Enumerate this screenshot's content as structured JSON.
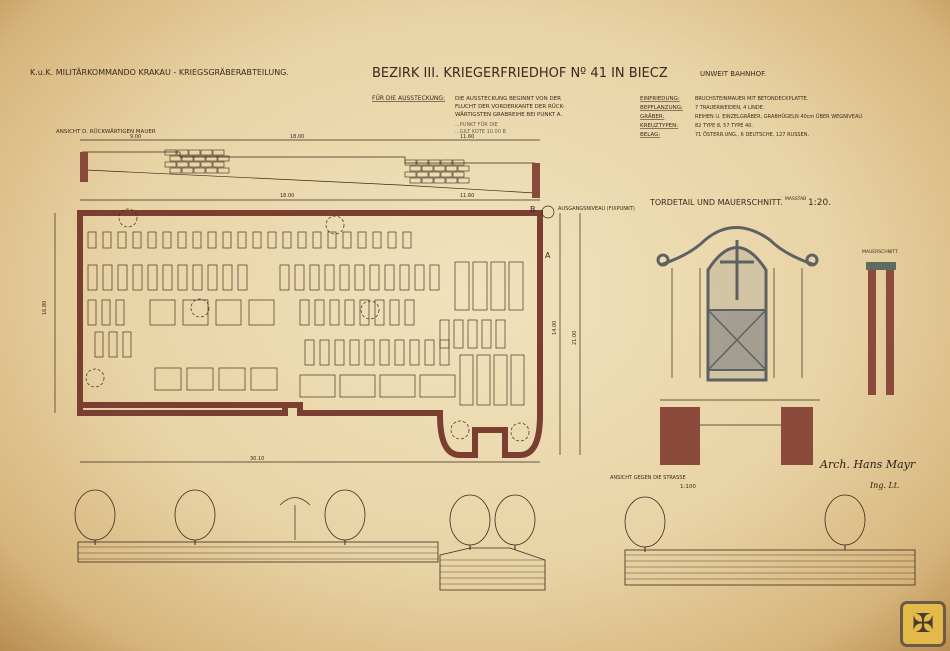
{
  "header": {
    "left_title": "K.u.K. MILITÄRKOMMANDO KRAKAU - KRIEGSGRÄBERABTEILUNG.",
    "main_title": "BEZIRK III. KRIEGERFRIEDHOF Nº 41 IN BIECZ",
    "main_subtitle": "UNWEIT BAHNHOF."
  },
  "notes": {
    "aussteckung_label": "FÜR DIE AUSSTECKUNG:",
    "aussteckung_lines": [
      "DIE AUSSTECKUNG BEGINNT VON DER",
      "FLUCHT DER VORDERKANTE DER RÜCK-",
      "WÄRTIGSTEN GRABREIHE BEI PUNKT A."
    ],
    "hoehe_lines": [
      "...PUNKT FÜR DIE",
      "...GILT KOTE 10.00 B"
    ],
    "specs": [
      {
        "label": "EINFRIEDUNG",
        "value": "BRUCHSTEINMAUER MIT BETONDECKPLATTE."
      },
      {
        "label": "BEPFLANZUNG",
        "value": "7 TRAUERWEIDEN, 4 LINDE."
      },
      {
        "label": "GRÄBER",
        "value": "REIHEN U. EINZELGRÄBER, GRABHÜGELN 40cm ÜBER WEGNIVEAU."
      },
      {
        "label": "KREUZTYPEN",
        "value": "82 TYPE 8, 57 TYPE 40."
      },
      {
        "label": "BELAG",
        "value": "71 ÖSTERR.UNG., 6 DEUTSCHE, 127 RUSSEN."
      }
    ]
  },
  "rear_wall": {
    "title": "ANSICHT D. RÜCKWÄRTIGEN MAUER",
    "dims": [
      "9.00",
      "18.00",
      "11.60"
    ]
  },
  "plan": {
    "dims_top": [
      "18.00",
      "11.60"
    ],
    "dim_left": "16.80",
    "dim_right_a": "14.00",
    "dim_right_b": "21.00",
    "dim_bottom": "30.10",
    "point_a": "A",
    "point_b": "B",
    "fixpunkt": "AUSGANGSNIVEAU (FIXPUNKT)"
  },
  "gate_detail": {
    "title": "TORDETAIL UND MAUERSCHNITT.",
    "scale_label": "MASSTAB",
    "scale": "1:20.",
    "section_label": "MAUERSCHNITT",
    "view_label": "ANSICHT GEGEN DIE STRASSE",
    "view_scale": "1:100"
  },
  "signature": {
    "name": "Arch. Hans Mayr",
    "rank": "Ing. Lt."
  },
  "colors": {
    "wall": "#7b3f31",
    "ink": "#3a2a1c",
    "gate": "#6f7274",
    "seal": "#e4b94c"
  },
  "seal_icon": "double-headed-eagle-icon"
}
